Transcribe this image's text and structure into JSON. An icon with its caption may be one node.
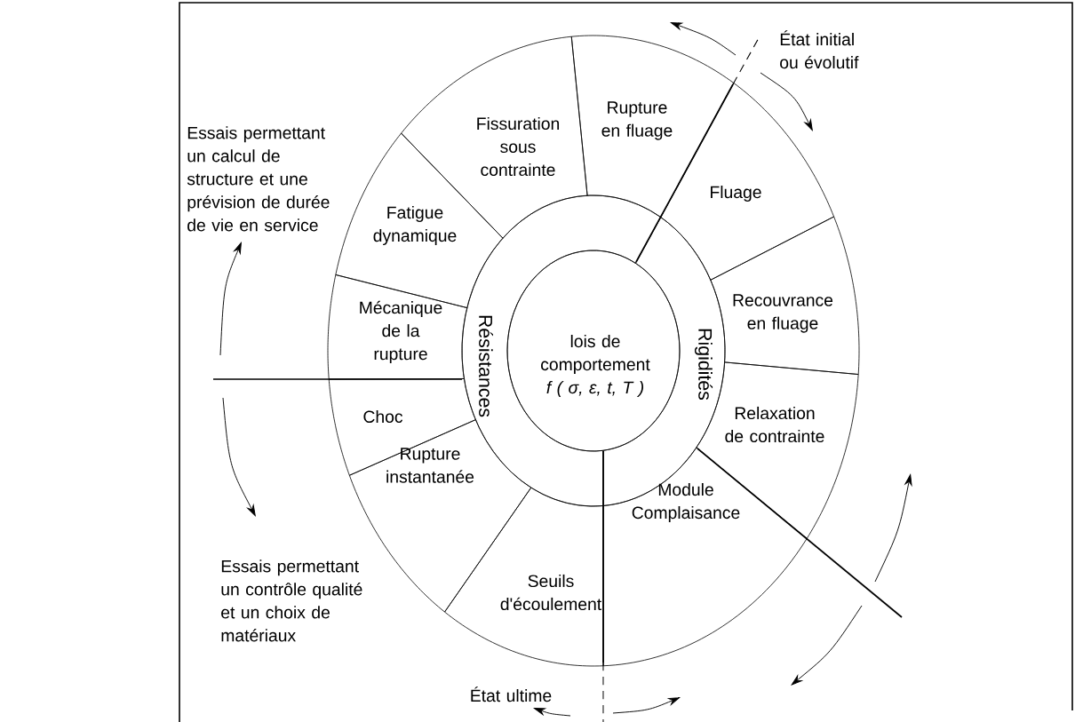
{
  "diagram": {
    "nodes": [
      {
        "text": [
          "Fissuration sous contrainte"
        ]
      },
      {
        "text": [
          "Rupture en fluage"
        ]
      },
      {
        "text": [
          "Fluage"
        ]
      },
      {
        "text": [
          "Recouvrance en fluage"
        ]
      },
      {
        "text": [
          "Relaxation de contrainte"
        ]
      },
      {
        "text": [
          "Module Complaisance"
        ]
      },
      {
        "text": [
          "Seuils d'écoulement"
        ]
      },
      {
        "text": [
          "Rupture instantanée"
        ]
      },
      {
        "text": [
          "Choc"
        ]
      },
      {
        "text": [
          "Mécanique de la rupture"
        ]
      },
      {
        "text": [
          "Fatigue dynamique"
        ]
      },
      {
        "text": [
          "Résistances"
        ]
      },
      {
        "text": [
          "Rigidités"
        ]
      },
      {
        "text": [
          "lois de comportement",
          "f ( σ, ε, t, T )"
        ]
      }
    ],
    "labels": [
      "État initial ou évolutif",
      "Essais permettant un calcul de structure et une prévision de durée de vie en service",
      "Essais permettant un contrôle qualité et un choix de matériaux",
      "État ultime"
    ]
  }
}
